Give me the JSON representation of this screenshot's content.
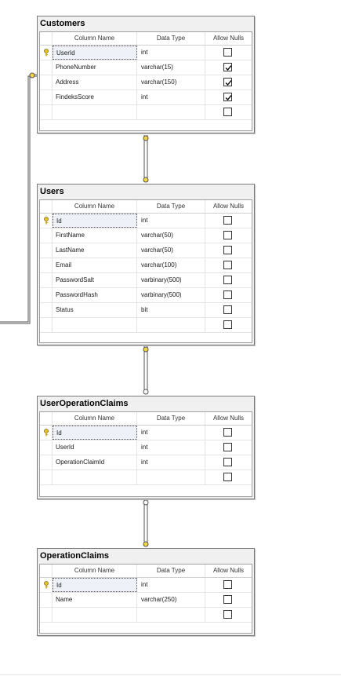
{
  "headers": {
    "name": "Column Name",
    "type": "Data Type",
    "nulls": "Allow Nulls"
  },
  "tables": [
    {
      "title": "Customers",
      "columns": [
        {
          "name": "UserId",
          "type": "int",
          "nullable": false,
          "pk": true
        },
        {
          "name": "PhoneNumber",
          "type": "varchar(15)",
          "nullable": true,
          "pk": false
        },
        {
          "name": "Address",
          "type": "varchar(150)",
          "nullable": true,
          "pk": false
        },
        {
          "name": "FindeksScore",
          "type": "int",
          "nullable": true,
          "pk": false
        },
        {
          "name": "",
          "type": "",
          "nullable": false,
          "pk": false
        }
      ]
    },
    {
      "title": "Users",
      "columns": [
        {
          "name": "Id",
          "type": "int",
          "nullable": false,
          "pk": true
        },
        {
          "name": "FirstName",
          "type": "varchar(50)",
          "nullable": false,
          "pk": false
        },
        {
          "name": "LastName",
          "type": "varchar(50)",
          "nullable": false,
          "pk": false
        },
        {
          "name": "Email",
          "type": "varchar(100)",
          "nullable": false,
          "pk": false
        },
        {
          "name": "PasswordSalt",
          "type": "varbinary(500)",
          "nullable": false,
          "pk": false
        },
        {
          "name": "PasswordHash",
          "type": "varbinary(500)",
          "nullable": false,
          "pk": false
        },
        {
          "name": "Status",
          "type": "bit",
          "nullable": false,
          "pk": false
        },
        {
          "name": "",
          "type": "",
          "nullable": false,
          "pk": false
        }
      ]
    },
    {
      "title": "UserOperationClaims",
      "columns": [
        {
          "name": "Id",
          "type": "int",
          "nullable": false,
          "pk": true
        },
        {
          "name": "UserId",
          "type": "int",
          "nullable": false,
          "pk": false
        },
        {
          "name": "OperationClaimId",
          "type": "int",
          "nullable": false,
          "pk": false
        },
        {
          "name": "",
          "type": "",
          "nullable": false,
          "pk": false
        }
      ]
    },
    {
      "title": "OperationClaims",
      "columns": [
        {
          "name": "Id",
          "type": "int",
          "nullable": false,
          "pk": true
        },
        {
          "name": "Name",
          "type": "varchar(250)",
          "nullable": false,
          "pk": false
        },
        {
          "name": "",
          "type": "",
          "nullable": false,
          "pk": false
        }
      ]
    }
  ]
}
